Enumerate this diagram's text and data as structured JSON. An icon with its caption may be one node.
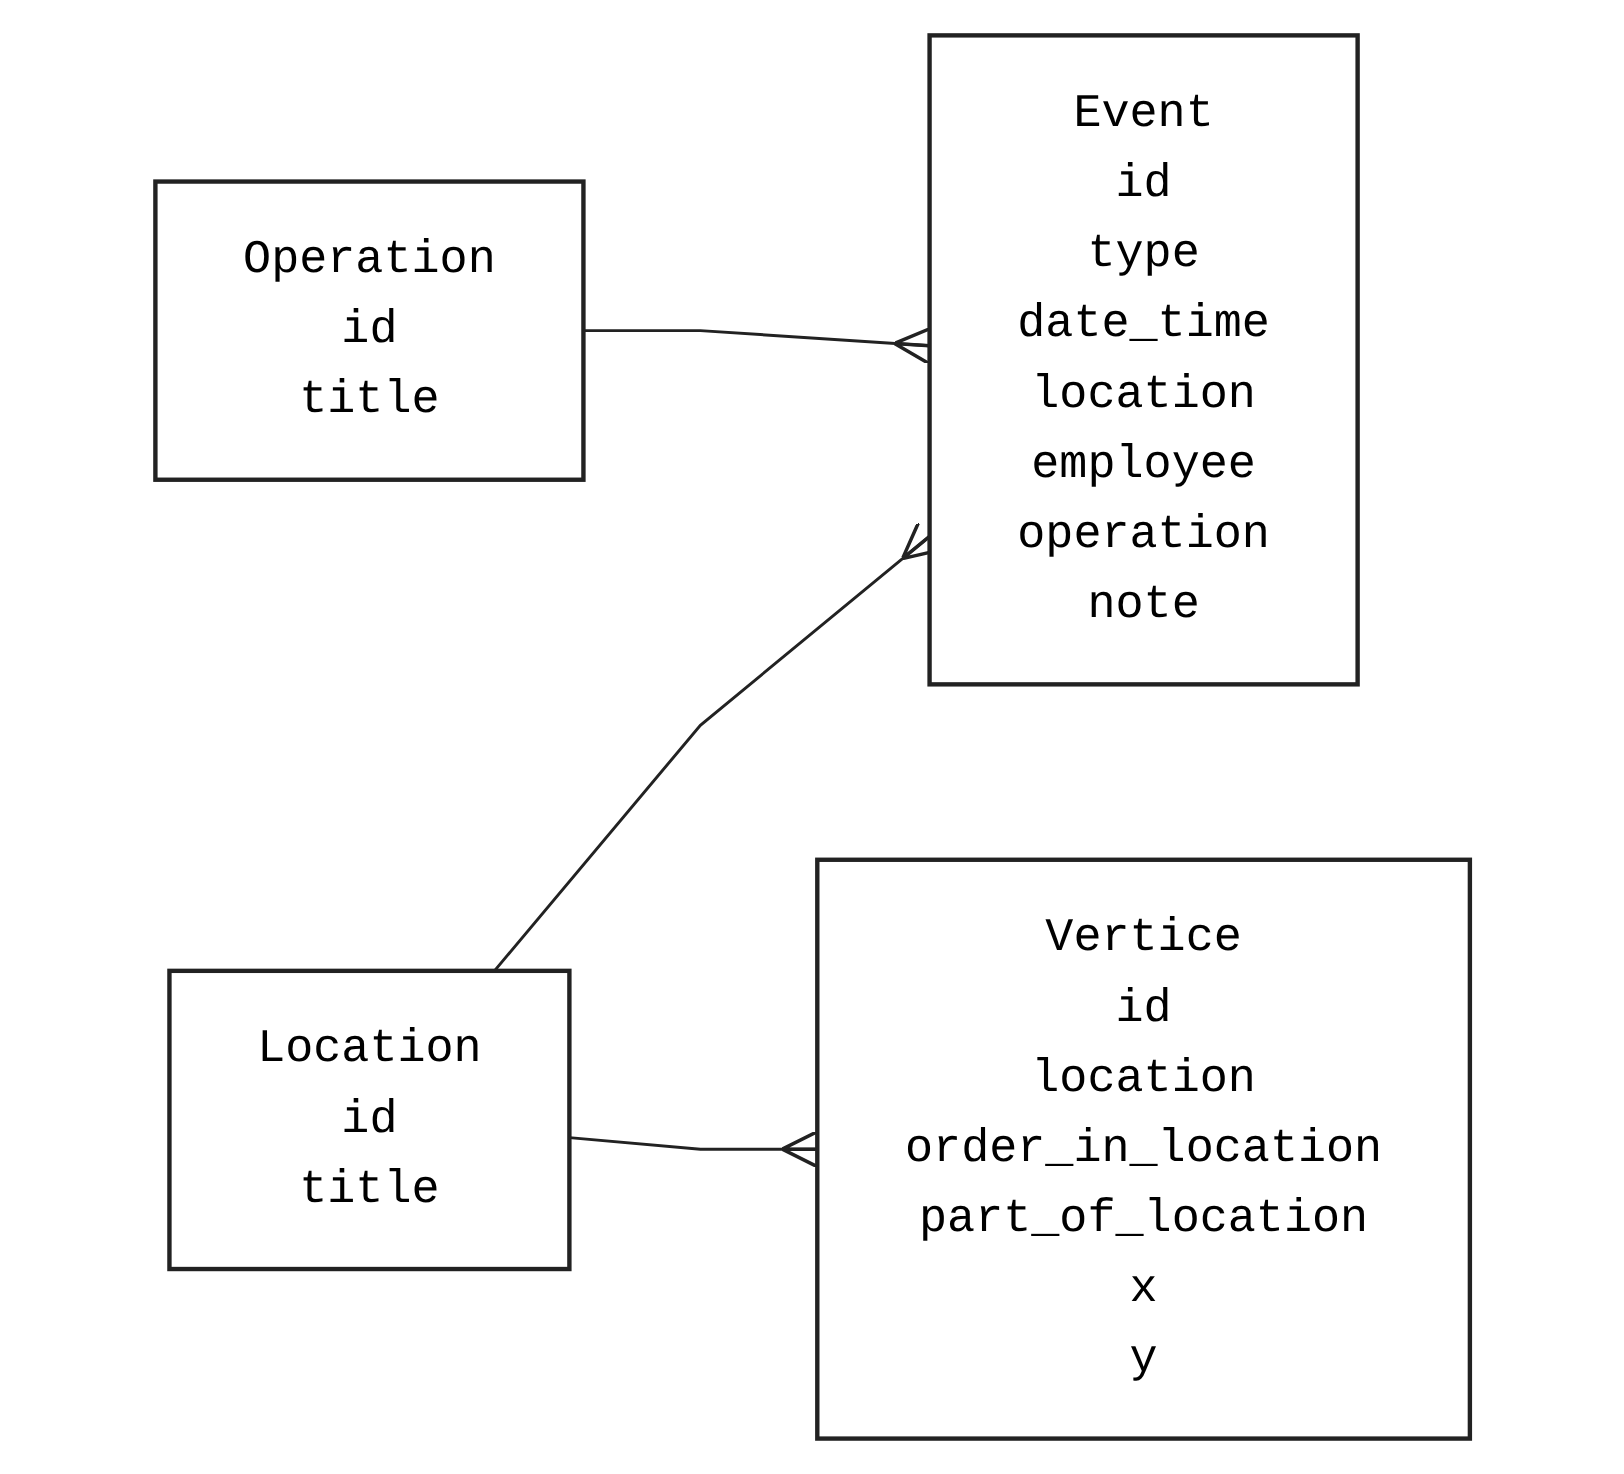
{
  "diagram": {
    "nodes": [
      {
        "text": [
          "Event",
          "id",
          "type",
          "date_time",
          "location",
          "employee",
          "operation",
          "note"
        ]
      },
      {
        "text": [
          "Location",
          "id",
          "title"
        ]
      },
      {
        "text": [
          "Vertice",
          "id",
          "location",
          "order_in_location",
          "part_of_location",
          "x",
          "y"
        ]
      },
      {
        "text": [
          "Operation",
          "id",
          "title"
        ]
      }
    ],
    "edges": [
      {
        "from": 1,
        "to": 0,
        "arrow": "other"
      },
      {
        "from": 3,
        "to": 0,
        "arrow": "other"
      },
      {
        "from": 1,
        "to": 2,
        "arrow": "other"
      }
    ]
  }
}
